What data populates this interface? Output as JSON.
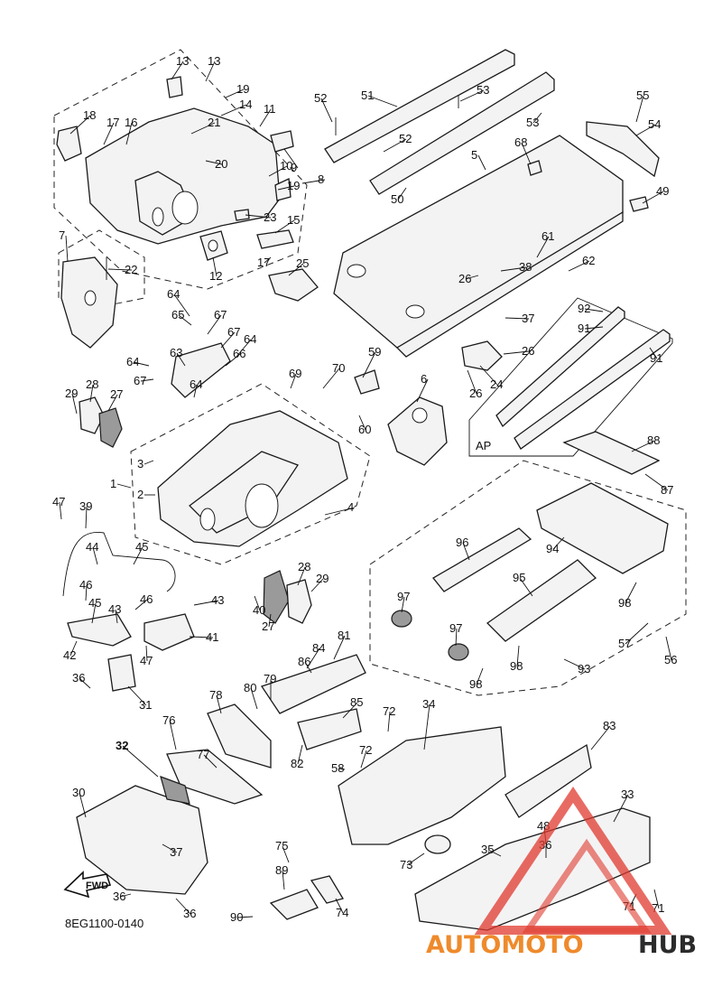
{
  "diagram": {
    "code": "8EG1100-0140",
    "fwd_label": "FWD",
    "ap_label": "AP",
    "callout_labels": [
      "1",
      "2",
      "3",
      "4",
      "5",
      "6",
      "7",
      "8",
      "9",
      "10",
      "11",
      "12",
      "13",
      "14",
      "15",
      "16",
      "17",
      "18",
      "19",
      "20",
      "21",
      "22",
      "23",
      "24",
      "25",
      "26",
      "27",
      "28",
      "29",
      "30",
      "31",
      "32",
      "33",
      "34",
      "35",
      "36",
      "37",
      "38",
      "39",
      "40",
      "41",
      "42",
      "43",
      "44",
      "45",
      "46",
      "47",
      "48",
      "49",
      "50",
      "51",
      "52",
      "53",
      "54",
      "55",
      "56",
      "57",
      "58",
      "59",
      "60",
      "61",
      "62",
      "63",
      "64",
      "65",
      "66",
      "67",
      "68",
      "69",
      "70",
      "71",
      "72",
      "73",
      "74",
      "75",
      "76",
      "77",
      "78",
      "79",
      "80",
      "81",
      "82",
      "83",
      "84",
      "85",
      "86",
      "87",
      "88",
      "89",
      "90",
      "91",
      "92",
      "93",
      "94",
      "95",
      "96",
      "97",
      "98"
    ]
  },
  "watermark": {
    "brand_part1": "AUTOMOTO",
    "brand_part2": "HUB",
    "accent_color": "#e03a2f",
    "brand_orange": "#ef8a2c",
    "brand_dark": "#2b2b2b"
  }
}
